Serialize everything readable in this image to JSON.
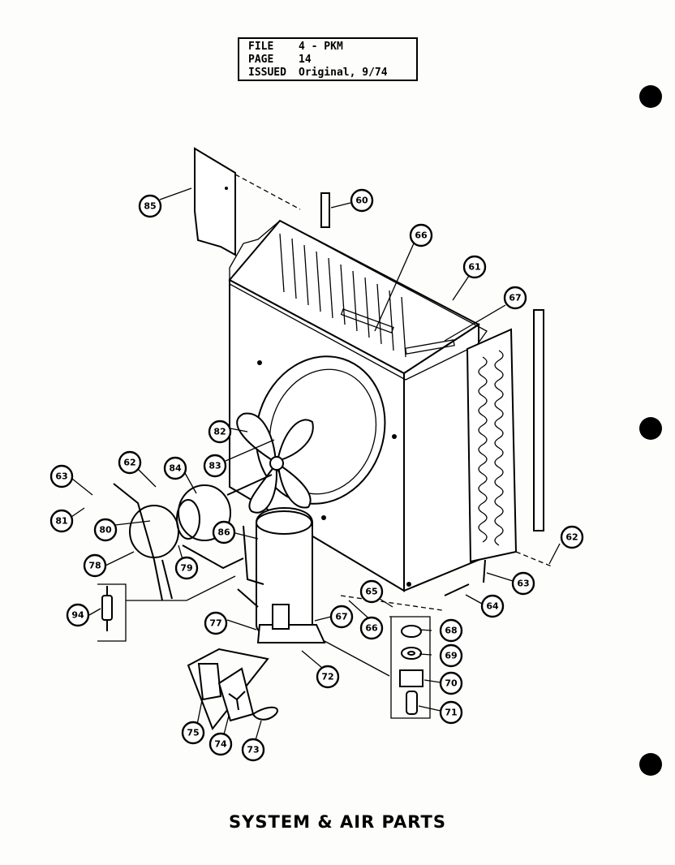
{
  "header": {
    "rows": [
      {
        "key": "FILE",
        "value": "4 - PKM"
      },
      {
        "key": "PAGE",
        "value": "14"
      },
      {
        "key": "ISSUED",
        "value": "Original, 9/74"
      }
    ]
  },
  "title": "SYSTEM & AIR PARTS",
  "callouts": [
    "85",
    "60",
    "66",
    "61",
    "67",
    "82",
    "83",
    "84",
    "62",
    "63",
    "81",
    "80",
    "79",
    "78",
    "86",
    "62",
    "63",
    "64",
    "65",
    "66",
    "67",
    "68",
    "69",
    "70",
    "71",
    "72",
    "73",
    "74",
    "75",
    "77",
    "94"
  ]
}
